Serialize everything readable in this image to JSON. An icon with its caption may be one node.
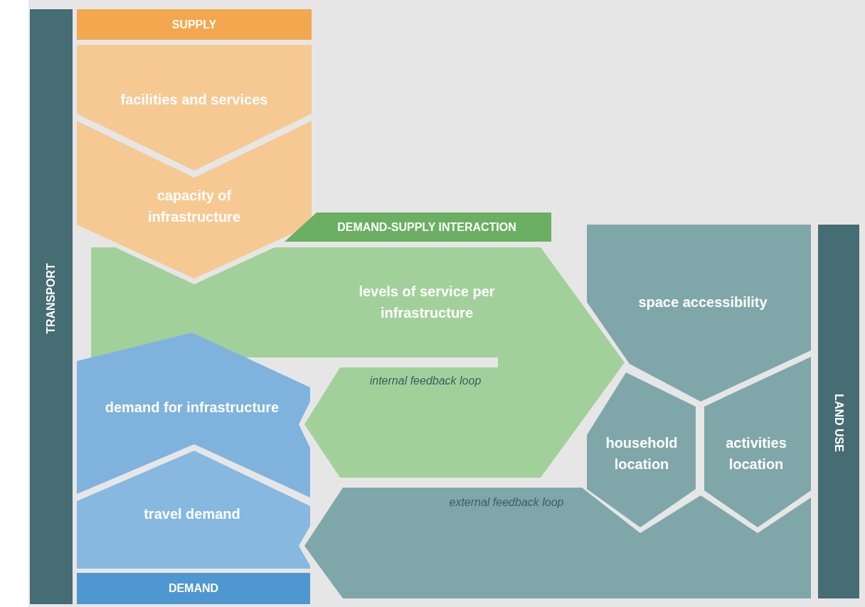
{
  "diagram": {
    "nodes": [
      {
        "text": [
          "TRANSPORT"
        ]
      },
      {
        "text": [
          "SUPPLY"
        ]
      },
      {
        "text": [
          "facilities and services"
        ]
      },
      {
        "text": [
          "capacity of infrastructure"
        ]
      },
      {
        "text": [
          "DEMAND-SUPPLY INTERACTION"
        ]
      },
      {
        "text": [
          "levels of service per infrastructure",
          "internal feedback loop"
        ]
      },
      {
        "text": [
          "space accessibility"
        ]
      },
      {
        "text": [
          "LAND USE"
        ]
      },
      {
        "text": [
          "demand for infrastructure"
        ]
      },
      {
        "text": [
          "household location"
        ]
      },
      {
        "text": [
          "activities location"
        ]
      },
      {
        "text": [
          "travel demand"
        ]
      },
      {
        "text": [
          "external feedback loop"
        ]
      },
      {
        "text": [
          "DEMAND"
        ]
      }
    ]
  }
}
